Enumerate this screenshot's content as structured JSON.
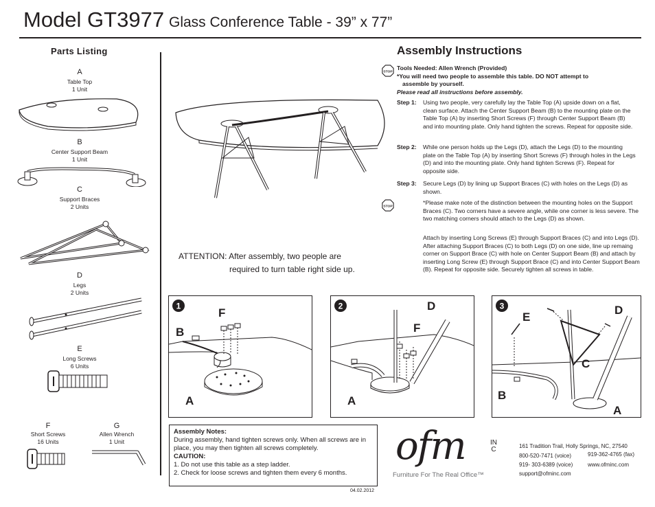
{
  "header": {
    "model": "Model GT3977",
    "subtitle": "Glass Conference Table - 39” x 77”"
  },
  "parts": {
    "title": "Parts Listing",
    "items": [
      {
        "letter": "A",
        "name": "Table Top",
        "qty": "1 Unit"
      },
      {
        "letter": "B",
        "name": "Center Support Beam",
        "qty": "1 Unit"
      },
      {
        "letter": "C",
        "name": "Support Braces",
        "qty": "2 Units"
      },
      {
        "letter": "D",
        "name": "Legs",
        "qty": "2 Units"
      },
      {
        "letter": "E",
        "name": "Long Screws",
        "qty": "6 Units"
      },
      {
        "letter": "F",
        "name": "Short Screws",
        "qty": "16 Units"
      },
      {
        "letter": "G",
        "name": "Allen Wrench",
        "qty": "1 Unit"
      }
    ]
  },
  "assembly": {
    "title": "Assembly Instructions",
    "tools_needed": "Tools Needed: Allen Wrench (Provided)",
    "two_people": "*You will need two people to assemble this table. DO NOT attempt to",
    "two_people_2": "assemble by yourself.",
    "read_all": "Please read all instructions before assembly.",
    "stop_label": "STOP",
    "steps": [
      {
        "label": "Step 1:",
        "text": "Using two people, very carefully lay the Table Top (A) upside down on a flat, clean surface. Attach the Center Support Beam (B) to the mounting plate on the Table Top (A) by inserting Short Screws (F) through Center Support Beam (B) and into mounting plate. Only hand tighten the screws. Repeat for opposite side."
      },
      {
        "label": "Step 2:",
        "text": "While one person holds up the Legs (D), attach the Legs (D) to the mounting plate on the Table Top (A) by inserting Short Screws (F) through holes in the Legs (D) and into the mounting plate. Only hand tighten Screws (F). Repeat for opposite side."
      },
      {
        "label": "Step 3:",
        "text": "Secure Legs (D) by lining up Support Braces (C) with holes on the Legs (D) as shown."
      }
    ],
    "note_corners": "*Please make note of the distinction between the mounting holes on the Support Braces (C). Two corners have a severe angle, while one corner is less severe. The two matching corners should attach to the Legs (D) as shown.",
    "note_long_screws": "Attach by inserting Long Screws (E) through Support Braces (C) and into Legs (D). After attaching Support Braces (C) to both Legs (D) on one side, line up remaing corner on Support Brace (C) with hole on Center Support Beam (B) and attach by inserting Long Screw (E) through Support Brace (C) and into Center Support Beam (B). Repeat for opposite side. Securely tighten all screws in table."
  },
  "attention": {
    "line1": "ATTENTION: After assembly, two people are",
    "line2": "required to turn table right side up."
  },
  "diagrams": [
    {
      "number": "1",
      "labels": [
        "F",
        "B",
        "A"
      ]
    },
    {
      "number": "2",
      "labels": [
        "D",
        "F",
        "A"
      ]
    },
    {
      "number": "3",
      "labels": [
        "E",
        "D",
        "C",
        "B",
        "A"
      ]
    }
  ],
  "notes": {
    "title": "Assembly Notes:",
    "text": "During assembly, hand tighten screws only. When all screws are in place, you may then tighten all screws completely.",
    "caution_title": "CAUTION:",
    "caution_1": "1. Do not use this table as a step ladder.",
    "caution_2": "2. Check for loose screws and tighten them every 6 months."
  },
  "company": {
    "logo_text": "ofm",
    "logo_inc": "INC",
    "tagline": "Furniture For The Real Office™",
    "address": "161 Tradition Trail,  Holly Springs, NC, 27540",
    "phone_voice": "800-520-7471 (voice)",
    "phone_fax": "919-362-4765 (fax)",
    "phone_voice2": "919- 303-6389 (voice)",
    "website": "www.ofminc.com",
    "email": "support@ofminc.com"
  },
  "date": "04.02.2012"
}
